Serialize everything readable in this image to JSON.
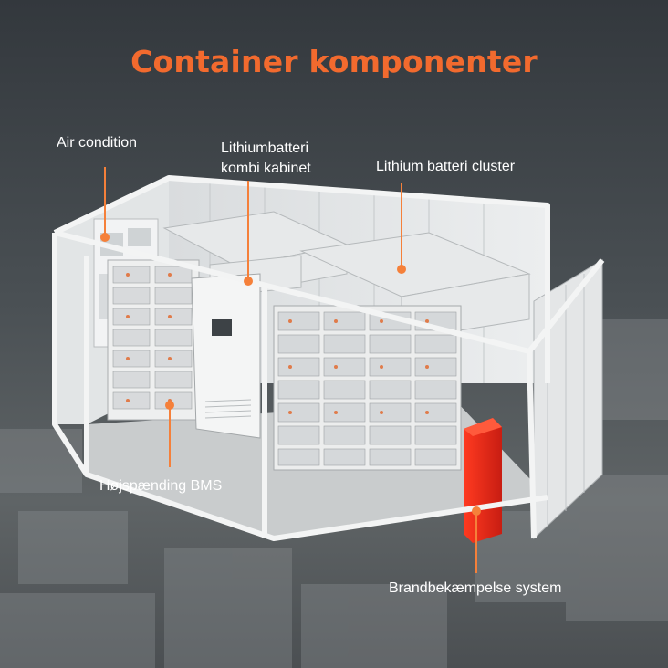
{
  "title": "Container komponenter",
  "labels": {
    "air_condition": "Air condition",
    "combi_cabinet_line1": "Lithiumbatteri",
    "combi_cabinet_line2": "kombi kabinet",
    "battery_cluster": "Lithium batteri cluster",
    "bms": "Højspænding BMS",
    "fire_suppression": "Brandbekæmpelse system"
  },
  "colors": {
    "title": "#f26a2e",
    "accent_dot": "#f5803a",
    "label_text": "#ffffff",
    "fire_unit": "#e8281c"
  }
}
